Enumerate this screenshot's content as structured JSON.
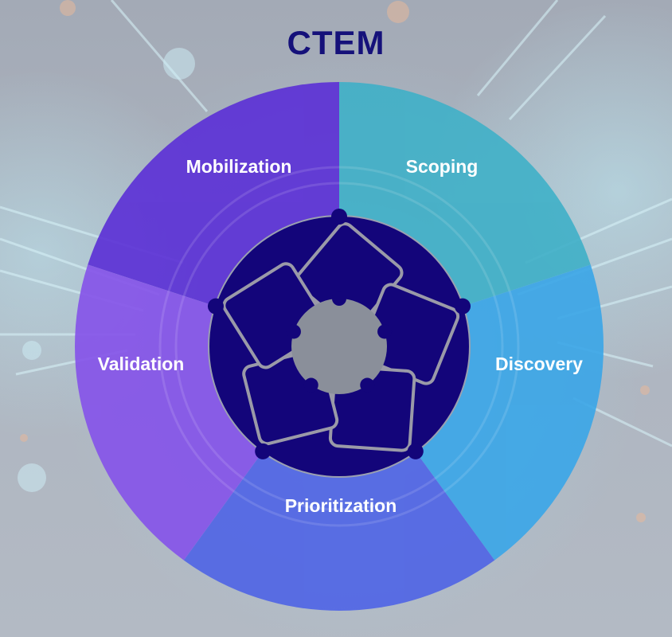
{
  "title": "CTEM",
  "colors": {
    "title": "#15117a",
    "inner_circle": "#13057a",
    "hub": "#8a8f9a",
    "arrow_outline": "#9a9aa8"
  },
  "stages": [
    {
      "label": "Mobilization",
      "color": "#5b2fd6"
    },
    {
      "label": "Scoping",
      "color": "#3fb0c8"
    },
    {
      "label": "Discovery",
      "color": "#3aa6e8"
    },
    {
      "label": "Prioritization",
      "color": "#4f64e6"
    },
    {
      "label": "Validation",
      "color": "#8552ea"
    }
  ]
}
